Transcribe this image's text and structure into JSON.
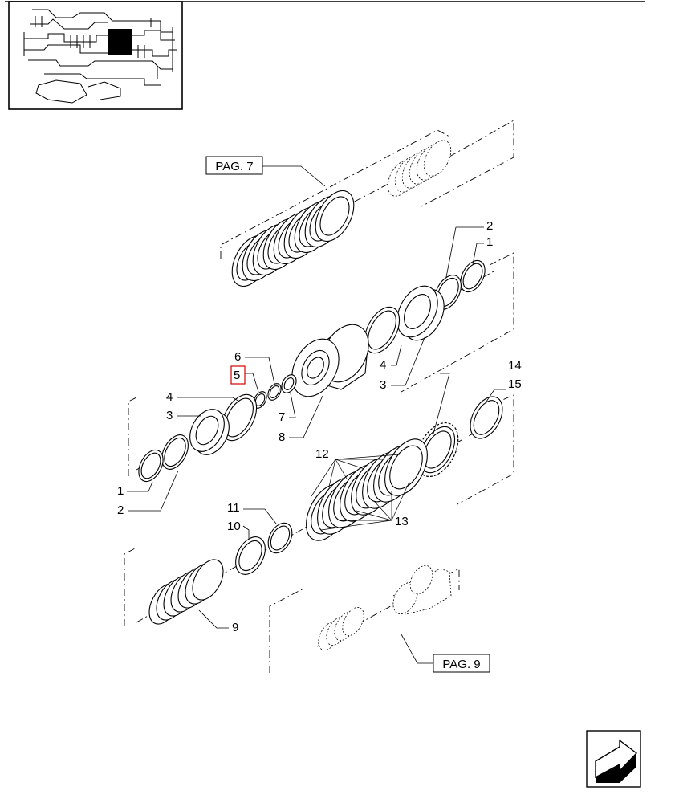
{
  "references": {
    "page_7": "PAG. 7",
    "page_9": "PAG. 9"
  },
  "callouts": {
    "c1_top": "1",
    "c2_top": "2",
    "c6": "6",
    "c5": "5",
    "c4_left": "4",
    "c3_left": "3",
    "c4_right": "4",
    "c3_right": "3",
    "c7": "7",
    "c8": "8",
    "c1_bottom": "1",
    "c2_bottom": "2",
    "c14": "14",
    "c15": "15",
    "c12": "12",
    "c13": "13",
    "c11": "11",
    "c10": "10",
    "c9": "9"
  },
  "highlighted_item": "5",
  "icons": {
    "locator": "transmission-locator-icon",
    "next": "next-page-arrow-icon"
  }
}
